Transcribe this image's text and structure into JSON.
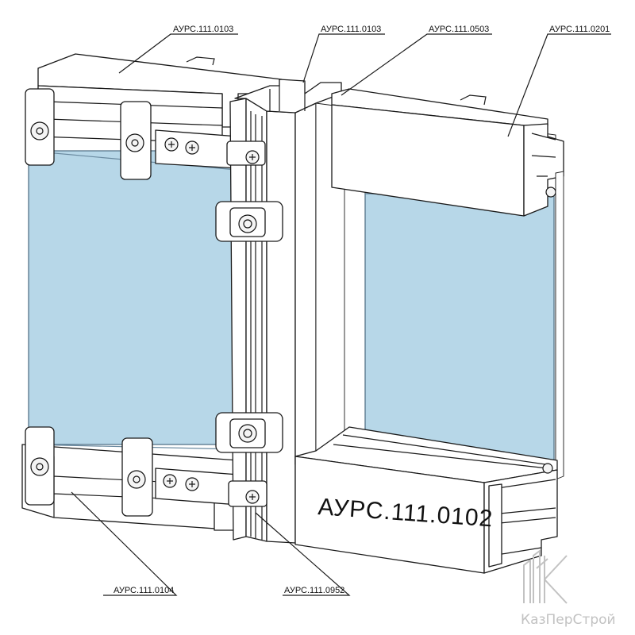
{
  "colors": {
    "glass": "#b7d7e8",
    "line": "#1a1a1a",
    "watermark": "#c2c2c2"
  },
  "callouts": [
    {
      "id": "top-left",
      "text": "АУРС.111.0103"
    },
    {
      "id": "top-mid",
      "text": "АУРС.111.0103"
    },
    {
      "id": "top-mid-right",
      "text": "АУРС.111.0503"
    },
    {
      "id": "top-right",
      "text": "АУРС.111.0201"
    },
    {
      "id": "bottom-left",
      "text": "АУРС.111.0104"
    },
    {
      "id": "bottom-mid",
      "text": "АУРС.111.0952"
    }
  ],
  "profile_stamp": "АУРС.111.0102",
  "watermark": {
    "text": "КазПерСтрой",
    "icon": "kazperstroy-logo-icon"
  }
}
